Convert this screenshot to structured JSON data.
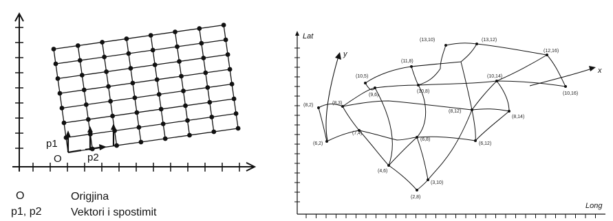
{
  "left_panel": {
    "origin_label": "O",
    "p1_label": "p1",
    "p2_label": "p2"
  },
  "legend": {
    "origin_symbol": "O",
    "origin_text": "Origjina",
    "vectors_symbol": "p1, p2",
    "vectors_text": "Vektori i spostimit"
  },
  "right_panel": {
    "lat_label": "Lat",
    "long_label": "Long",
    "x_label": "x",
    "y_label": "y",
    "nodes": [
      {
        "id": "13-10",
        "label": "(13,10)"
      },
      {
        "id": "13-12",
        "label": "(13,12)"
      },
      {
        "id": "12-16",
        "label": "(12,16)"
      },
      {
        "id": "11-8",
        "label": "(11,8)"
      },
      {
        "id": "10-5",
        "label": "(10,5)"
      },
      {
        "id": "10-8",
        "label": "(10,8)"
      },
      {
        "id": "10-14",
        "label": "(10,14)"
      },
      {
        "id": "10-16",
        "label": "(10,16)"
      },
      {
        "id": "8-2",
        "label": "(8,2)"
      },
      {
        "id": "8-3",
        "label": "(8,3)"
      },
      {
        "id": "9-6",
        "label": "(9,6)"
      },
      {
        "id": "8-12",
        "label": "(8,12)"
      },
      {
        "id": "8-14",
        "label": "(8,14)"
      },
      {
        "id": "7-4",
        "label": "(7,4)"
      },
      {
        "id": "6-2",
        "label": "(6,2)"
      },
      {
        "id": "6-8",
        "label": "(6,8)"
      },
      {
        "id": "6-12",
        "label": "(6,12)"
      },
      {
        "id": "4-6",
        "label": "(4,6)"
      },
      {
        "id": "3-10",
        "label": "(3,10)"
      },
      {
        "id": "2-8",
        "label": "(2,8)"
      }
    ]
  },
  "colors": {
    "ink": "#111111",
    "background": "#ffffff"
  }
}
